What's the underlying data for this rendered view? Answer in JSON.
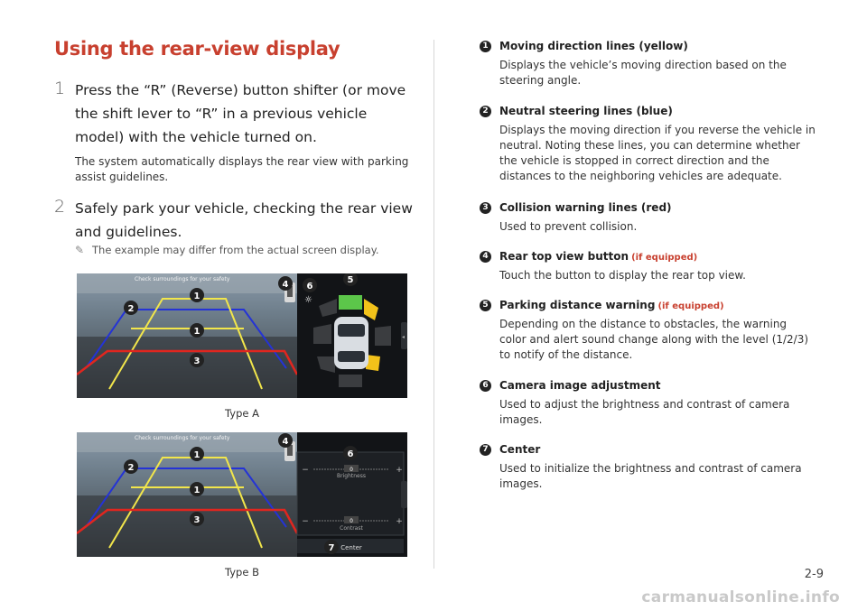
{
  "title": "Using the rear-view display",
  "steps": [
    {
      "num": "1",
      "text": "Press the “R” (Reverse) button shifter (or move the shift lever to “R” in a previous vehicle model) with the vehicle turned on.",
      "sub": "The system automatically displays the rear view with parking assist guidelines."
    },
    {
      "num": "2",
      "text": "Safely park your vehicle, checking the rear view and guidelines."
    }
  ],
  "note": "The example may differ from the actual screen display.",
  "screenA": {
    "banner": "Check surroundings for your safety",
    "callouts": [
      "1",
      "2",
      "1",
      "3",
      "4",
      "6",
      "5"
    ],
    "caption": "Type A"
  },
  "screenB": {
    "banner": "Check surroundings for your safety",
    "callouts": [
      "1",
      "2",
      "1",
      "3",
      "4",
      "6",
      "7"
    ],
    "brightness_value": "0",
    "brightness_label": "Brightness",
    "contrast_value": "0",
    "contrast_label": "Contrast",
    "center_label": "Center",
    "minus": "−",
    "plus": "+",
    "caption": "Type B"
  },
  "items": [
    {
      "badge": "1",
      "head": "Moving direction lines (yellow)",
      "equipped": "",
      "body": "Displays the vehicle’s moving direction based on the steering angle."
    },
    {
      "badge": "2",
      "head": "Neutral steering lines (blue)",
      "equipped": "",
      "body": "Displays the moving direction if you reverse the vehicle in neutral. Noting these lines, you can determine whether the vehicle is stopped in correct direction and the distances to the neighboring vehicles are adequate."
    },
    {
      "badge": "3",
      "head": "Collision warning lines (red)",
      "equipped": "",
      "body": "Used to prevent collision."
    },
    {
      "badge": "4",
      "head": "Rear top view button",
      "equipped": "(if equipped)",
      "body": "Touch the button to display the rear top view."
    },
    {
      "badge": "5",
      "head": "Parking distance warning",
      "equipped": "(if equipped)",
      "body": "Depending on the distance to obstacles, the warning color and alert sound change along with the level (1/2/3) to notify of the distance."
    },
    {
      "badge": "6",
      "head": "Camera image adjustment",
      "equipped": "",
      "body": "Used to adjust the brightness and contrast of camera images."
    },
    {
      "badge": "7",
      "head": "Center",
      "equipped": "",
      "body": "Used to initialize the brightness and contrast of camera images."
    }
  ],
  "page_number": "2-9",
  "watermark": "carmanualsonline.info",
  "colors": {
    "accent": "#c8402f",
    "yellow_line": "#f2e64b",
    "blue_line": "#2433d6",
    "red_line": "#e0261f",
    "green_zone": "#5cc64a",
    "yellow_zone": "#f2c21a"
  }
}
